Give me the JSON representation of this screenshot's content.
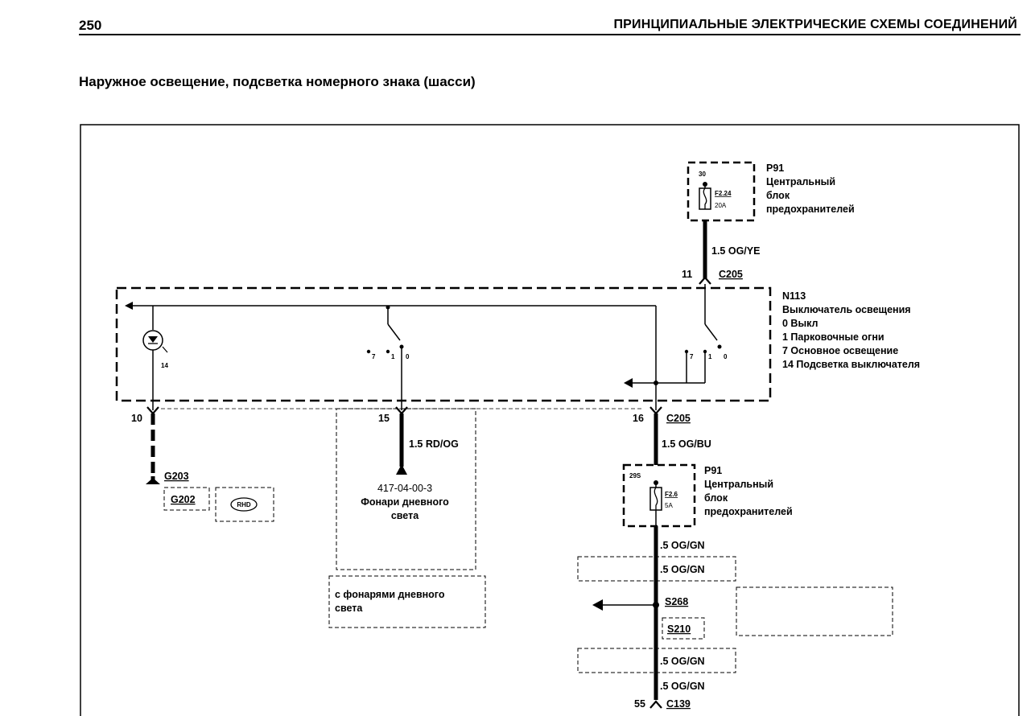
{
  "header": {
    "page_number": "250",
    "running_title": "ПРИНЦИПИАЛЬНЫЕ ЭЛЕКТРИЧЕСКИЕ СХЕМЫ СОЕДИНЕНИЙ"
  },
  "diagram": {
    "title": "Наружное освещение, подсветка номерного знака (шасси)",
    "fuse_top": {
      "pin": "30",
      "fuse_id": "F2.24",
      "rating": "20A",
      "component_id": "P91",
      "component_name": [
        "Центральный",
        "блок",
        "предохранителей"
      ]
    },
    "wire_top": "1.5 OG/YE",
    "connector_top": {
      "pin": "11",
      "id": "C205"
    },
    "switch": {
      "id": "N113",
      "name": "Выключатель освещения",
      "positions": [
        "0 Выкл",
        "1 Парковочные огни",
        "7 Основное освещение",
        "14 Подсветка выключателя"
      ],
      "lamp_pin": "14",
      "contacts_mid": [
        "7",
        "1",
        "0"
      ],
      "contacts_right": [
        "7",
        "1",
        "0"
      ]
    },
    "pins_bottom": {
      "left": "10",
      "mid": "15",
      "right": "16"
    },
    "connector_bottom": "C205",
    "wire_mid": "1.5 RD/OG",
    "wire_right": "1.5 OG/BU",
    "ground_labels": {
      "g203": "G203",
      "g202": "G202",
      "rhd": "RHD"
    },
    "drl": {
      "ref": "417-04-00-3",
      "name": [
        "Фонари дневного",
        "света"
      ],
      "note": [
        "с фонарями дневного",
        "света"
      ]
    },
    "fuse_bottom": {
      "pin": "29S",
      "fuse_id": "F2.6",
      "rating": "5A",
      "component_id": "P91",
      "component_name": [
        "Центральный",
        "блок",
        "предохранителей"
      ]
    },
    "wires_lower": [
      ".5 OG/GN",
      ".5 OG/GN",
      ".5 OG/GN",
      ".5 OG/GN"
    ],
    "splices": {
      "s268": "S268",
      "s210": "S210"
    },
    "connector_end": {
      "pin": "55",
      "id": "C139"
    }
  }
}
